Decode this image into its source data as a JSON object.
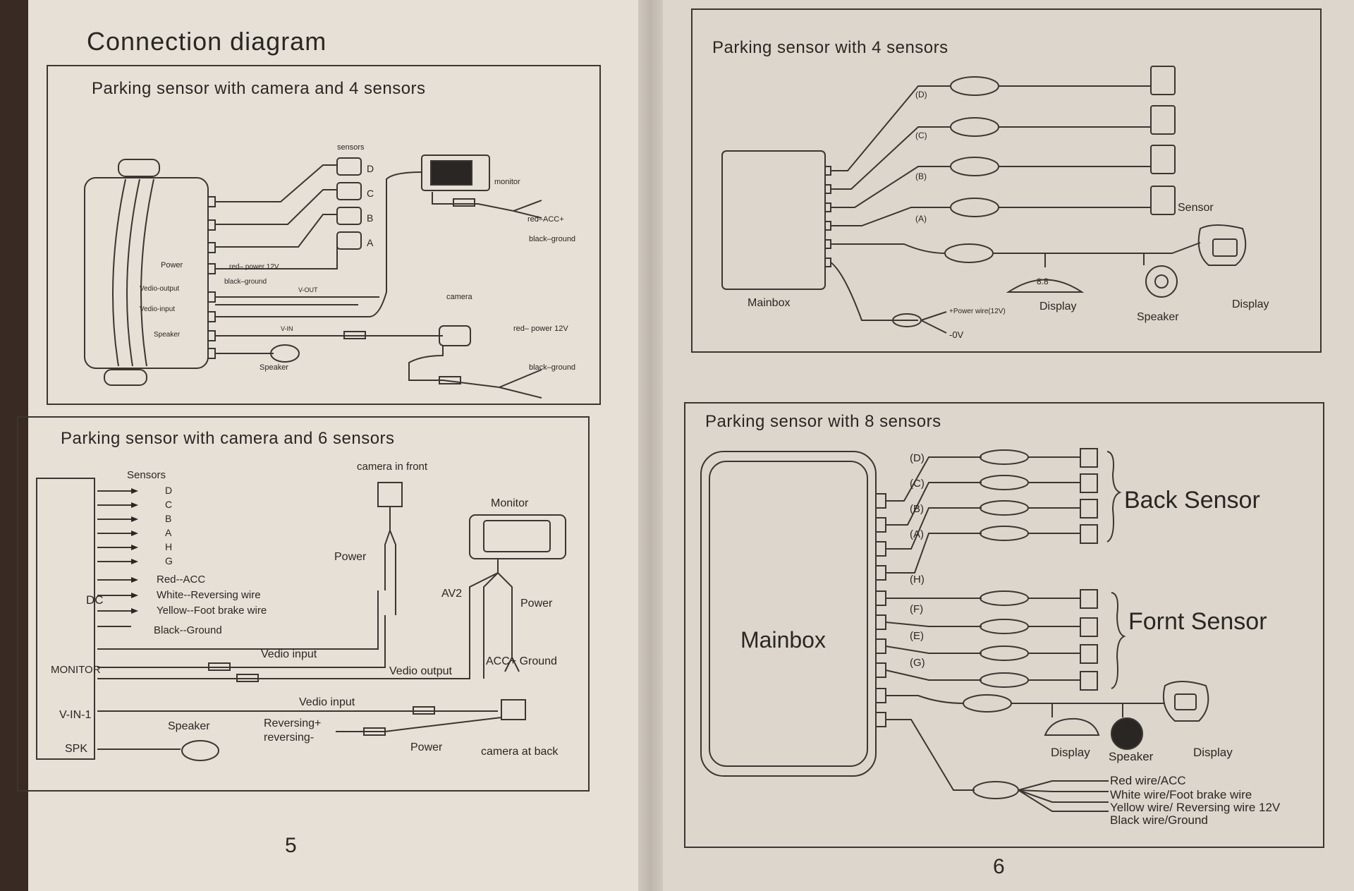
{
  "left_page": {
    "heading": "Connection diagram",
    "page_number": "5",
    "panel_a": {
      "title": "Parking sensor with camera and 4 sensors",
      "labels": {
        "sensors": "sensors",
        "D": "D",
        "C": "C",
        "B": "B",
        "A": "A",
        "monitor": "monitor",
        "red_acc": "red–ACC+",
        "black_ground_1": "black–ground",
        "power": "Power",
        "red_power": "red– power 12V",
        "black_ground_2": "black–ground",
        "vedio_output": "Vedio-output",
        "v_out": "V-OUT",
        "camera": "camera",
        "vedio_input": "Vedio-input",
        "v_in": "V-IN",
        "speaker_port": "Speaker",
        "red_power_cam": "red– power 12V",
        "speaker": "Speaker",
        "black_ground_3": "black–ground"
      }
    },
    "panel_b": {
      "title": "Parking sensor with camera and 6 sensors",
      "labels": {
        "sensors": "Sensors",
        "camera_front": "camera in front",
        "D": "D",
        "C": "C",
        "B": "B",
        "A": "A",
        "H": "H",
        "G": "G",
        "monitor": "Monitor",
        "power": "Power",
        "dc": "DC",
        "red_acc": "Red--ACC",
        "white_rev": "White--Reversing wire",
        "yellow_brake": "Yellow--Foot brake wire",
        "black_ground": "Black--Ground",
        "av2": "AV2",
        "power2": "Power",
        "vedio_input": "Vedio input",
        "monitor_port": "MONITOR",
        "vedio_output": "Vedio output",
        "acc_ground": "ACC+ Ground",
        "vin1": "V-IN-1",
        "vedio_input2": "Vedio input",
        "speaker": "Speaker",
        "reversing_plus": "Reversing+",
        "reversing_minus": "reversing-",
        "spk": "SPK",
        "power3": "Power",
        "camera_back": "camera at back"
      }
    }
  },
  "right_page": {
    "page_number": "6",
    "panel_c": {
      "title": "Parking sensor with  4 sensors",
      "labels": {
        "D": "(D)",
        "C": "(C)",
        "B": "(B)",
        "A": "(A)",
        "sensor": "Sensor",
        "mainbox": "Mainbox",
        "power_wire": "+Power wire(12V)",
        "zero_v": "-0V",
        "display1": "Display",
        "speaker": "Speaker",
        "display2": "Display",
        "display_digits": "8.8"
      }
    },
    "panel_d": {
      "title": "Parking sensor with  8 sensors",
      "labels": {
        "D": "(D)",
        "C": "(C)",
        "B": "(B)",
        "A": "(A)",
        "H": "(H)",
        "F": "(F)",
        "E": "(E)",
        "G": "(G)",
        "back_sensor": "Back Sensor",
        "front_sensor": "Fornt Sensor",
        "mainbox": "Mainbox",
        "display1": "Display",
        "speaker": "Speaker",
        "display2": "Display",
        "red_wire": "Red wire/ACC",
        "white_wire": "White wire/Foot brake wire",
        "yellow_wire": "Yellow wire/ Reversing wire 12V",
        "black_wire": "Black wire/Ground"
      }
    }
  }
}
